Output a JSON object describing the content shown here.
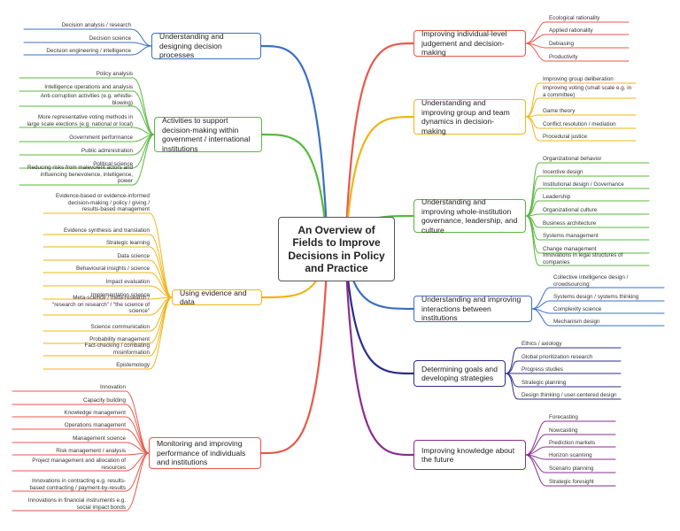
{
  "center": {
    "title": "An Overview of Fields to Improve Decisions in Policy and Practice"
  },
  "left": [
    {
      "label": "Understanding and designing decision processes",
      "color": "#3a6fc4",
      "leaves": [
        "Decision analysis  / research",
        "Decision science",
        "Decision engineering / intelligence"
      ]
    },
    {
      "label": "Activities to support decision-making within government / international institutions",
      "color": "#58b83e",
      "leaves": [
        "Policy analysis",
        "Intelligence operations and analysis",
        "Anti-corruption activities (e.g. whistle-blowing)",
        "More representative voting methods in large scale elections (e.g. national or local)",
        "Government performance",
        "Public administration",
        "Political science",
        "Reducing risks from malevolent actors and influencing benevolence, intelligence, power"
      ]
    },
    {
      "label": "Using evidence and data",
      "color": "#f0b41a",
      "leaves": [
        "Evidence-based or evidence-informed decision-making / policy / giving / results-based management",
        "Evidence synthesis and translation",
        "Strategic learning",
        "Data science",
        "Behavioural insights / science",
        "Impact evaluation",
        "Implementation science",
        "Meta-science / meta-research / “research on research” / “the science of science”",
        "Science communication",
        "Probability management",
        "Fact-checking  / combating misinformation",
        "Epistemology"
      ]
    },
    {
      "label": "Monitoring and improving performance of individuals and institutions",
      "color": "#e8574a",
      "leaves": [
        "Innovation",
        "Capacity building",
        "Knowledge management",
        "Operations management",
        "Management science",
        "Risk management / analysis",
        "Project management and allocation of resources",
        "Innovations in contracting e.g. results-based contracting / payment-by-results",
        "Innovations in financial instruments e.g. social impact bonds"
      ]
    }
  ],
  "right": [
    {
      "label": "Improving individual-level judgement and decision-making",
      "color": "#e8574a",
      "leaves": [
        "Ecological rationality",
        "Applied rationality",
        "Debiasing",
        "Productivity"
      ]
    },
    {
      "label": "Understanding and improving group and team dynamics in decision-making",
      "color": "#f0b41a",
      "leaves": [
        "Improving group deliberation",
        "Improving voting (small scale e.g. in a committee)",
        "Game theory",
        "Conflict resolution / mediation",
        "Procedural justice"
      ]
    },
    {
      "label": "Understanding and improving whole-institution governance, leadership, and culture",
      "color": "#58b83e",
      "leaves": [
        "Organizational behavior",
        "Incentive design",
        "Institutional design / Governance",
        "Leadership",
        "Organizational culture",
        "Business architecture",
        "Systems management",
        "Change management",
        "Innovations in legal structures of companies"
      ]
    },
    {
      "label": "Understanding and improving interactions between institutions",
      "color": "#3a6fc4",
      "leaves": [
        "Collective intelligence design / crowdsourcing",
        "Systems design / systems thinking",
        "Complexity science",
        "Mechanism design"
      ]
    },
    {
      "label": "Determining goals and developing strategies",
      "color": "#2c2c8c",
      "leaves": [
        "Ethics / axiology",
        "Global prioritization research",
        "Progress studies",
        "Strategic planning",
        "Design thinking / user-centered design"
      ]
    },
    {
      "label": "Improving knowledge about the future",
      "color": "#8a2e8c",
      "leaves": [
        "Forecasting",
        "Nowcasting",
        "Prediction markets",
        "Horizon scanning",
        "Scenario planning",
        "Strategic foresight"
      ]
    }
  ]
}
